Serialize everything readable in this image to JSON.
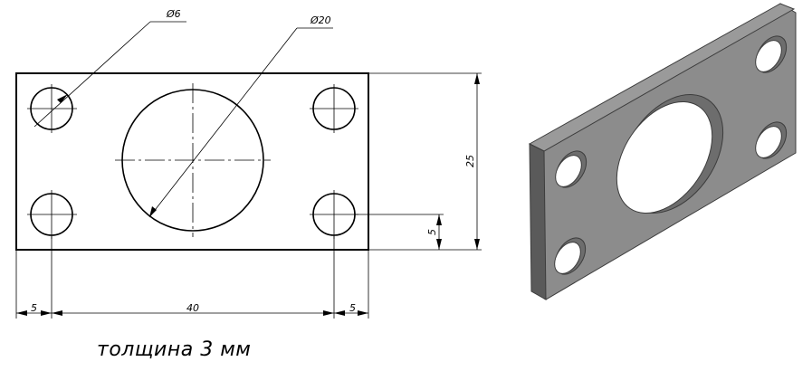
{
  "drawing": {
    "dimensions": {
      "small_hole_diameter": "Ø6",
      "large_hole_diameter": "Ø20",
      "height": "25",
      "hole_offset_vertical": "5",
      "left_margin": "5",
      "hole_spacing": "40",
      "right_margin": "5"
    },
    "note": "толщина 3 мм"
  },
  "colors": {
    "line": "#000000",
    "plate_top": "#8c8c8c",
    "plate_side": "#5a5a5a",
    "plate_edge": "#6e6e6e",
    "hole_inner": "#ffffff",
    "hole_wall": "#6d6d6d"
  }
}
